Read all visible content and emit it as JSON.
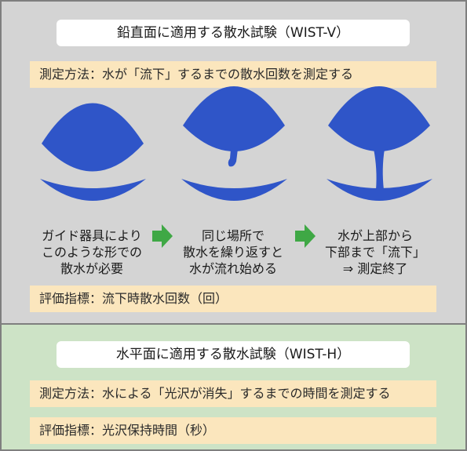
{
  "vertical": {
    "title": "鉛直面に適用する散水試験（WIST-V）",
    "method": "測定方法：水が「流下」するまでの散水回数を測定する",
    "stages": [
      {
        "lines": [
          "ガイド器具により",
          "このような形での",
          "散水が必要"
        ]
      },
      {
        "lines": [
          "同じ場所で",
          "散水を繰り返すと",
          "水が流れ始める"
        ]
      },
      {
        "lines": [
          "水が上部から",
          "下部まで「流下」",
          "⇒ 測定終了"
        ]
      }
    ],
    "indicator": "評価指標：流下時散水回数（回）"
  },
  "horizontal": {
    "title": "水平面に適用する散水試験（WIST-H）",
    "method": "測定方法：水による「光沢が消失」するまでの時間を測定する",
    "indicator": "評価指標：光沢保持時間（秒）"
  },
  "colors": {
    "water": "#2f55c8",
    "arrow": "#3fa845",
    "top_panel": "#d4d4d4",
    "bottom_panel": "#cde3c6",
    "info_box": "#fbe6bd"
  }
}
